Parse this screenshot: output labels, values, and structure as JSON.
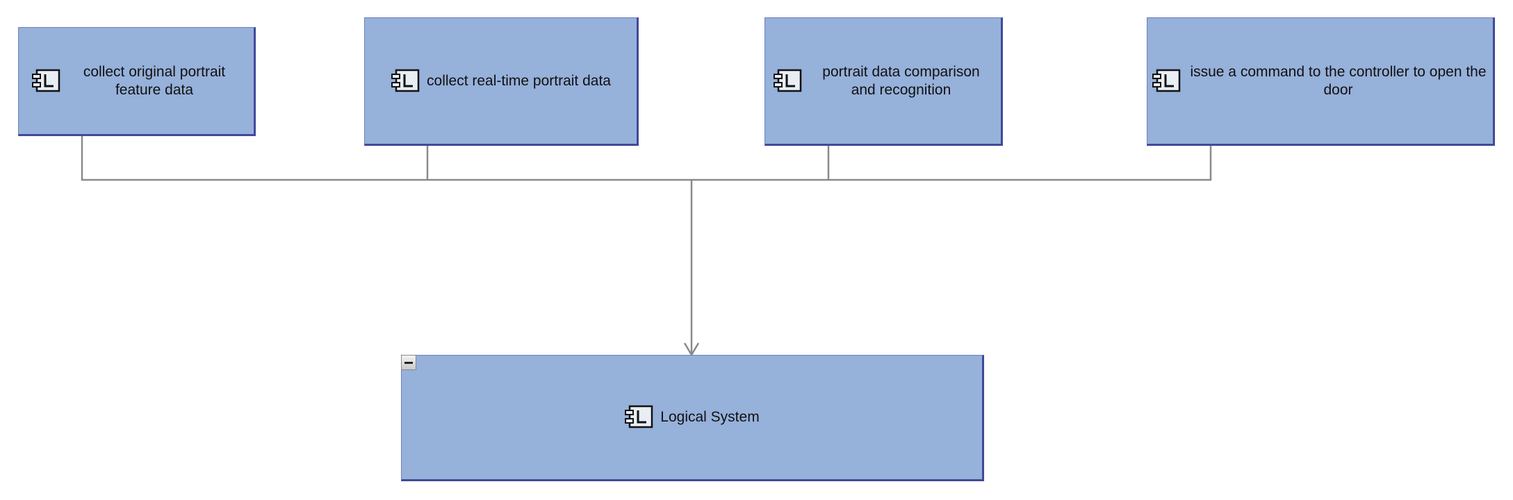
{
  "diagram": {
    "nodes": [
      {
        "id": "n1",
        "label": "collect original portrait feature data"
      },
      {
        "id": "n2",
        "label": "collect real-time portrait data"
      },
      {
        "id": "n3",
        "label": "portrait data comparison and recognition"
      },
      {
        "id": "n4",
        "label": "issue a command to the controller to open the door"
      },
      {
        "id": "sys",
        "label": "Logical System"
      }
    ],
    "edges": [
      {
        "from": "n1",
        "to": "sys"
      },
      {
        "from": "n2",
        "to": "sys"
      },
      {
        "from": "n3",
        "to": "sys"
      },
      {
        "from": "n4",
        "to": "sys"
      }
    ],
    "icon": "logical-component-icon",
    "colors": {
      "node_fill": "#96b1da",
      "node_border": "#41499a",
      "connector": "#8a8a8a",
      "icon_fill": "#e8eef3"
    }
  }
}
